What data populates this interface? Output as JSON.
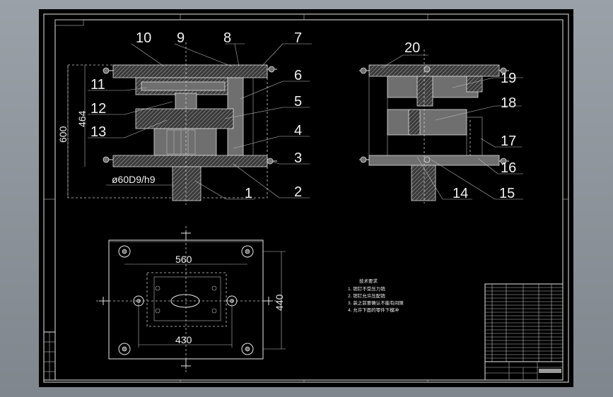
{
  "drawing": {
    "balloons_front": [
      "10",
      "9",
      "8",
      "7",
      "6",
      "5",
      "4",
      "3",
      "2",
      "1",
      "11",
      "12",
      "13"
    ],
    "balloons_side": [
      "20",
      "19",
      "18",
      "17",
      "16",
      "15",
      "14"
    ],
    "dimensions": {
      "height_464": "464",
      "height_600": "600",
      "fit": "ø60D9/h9",
      "width_560": "560",
      "width_430": "430",
      "height_440": "440"
    },
    "tech_notes": {
      "title": "技术要求",
      "items": [
        "1. 销钉不受压力销",
        "2. 销钉允许压配销",
        "3. 装之前要确认不能有间隙",
        "4. 允许下面的零件下模冲"
      ]
    }
  }
}
